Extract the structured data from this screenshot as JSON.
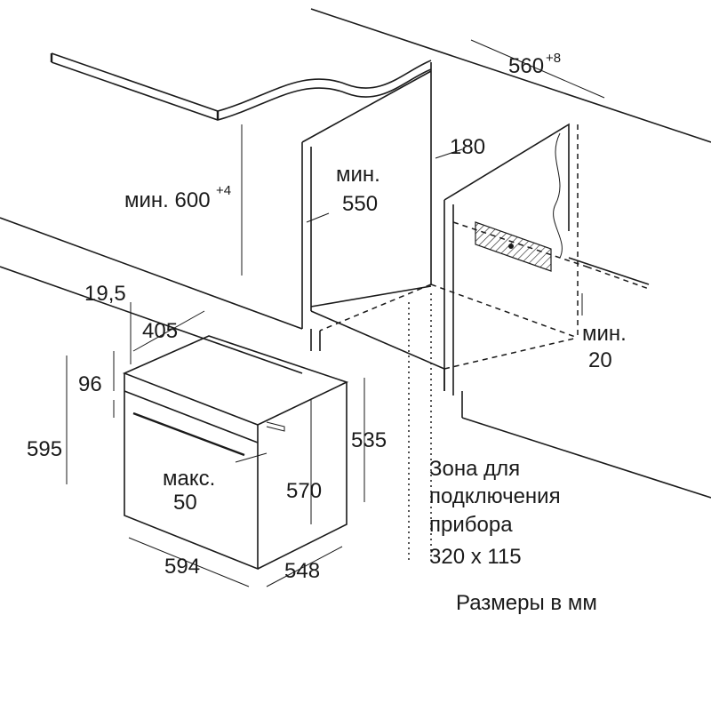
{
  "dims": {
    "width_niche": "560",
    "width_niche_tol": "+8",
    "vent": "180",
    "height_min_prefix": "мин. 600",
    "height_min_tol": "+4",
    "depth_min_label": "мин.",
    "depth_min": "550",
    "front_panel": "19,5",
    "front_depth": "405",
    "panel_height": "96",
    "oven_height": "595",
    "body_height": "535",
    "gap_label": "макс.",
    "gap": "50",
    "inner_height": "570",
    "oven_width": "594",
    "oven_depth": "548",
    "side_min_label": "мин.",
    "side_min": "20"
  },
  "zone": {
    "line1": "Зона для",
    "line2": "подключения",
    "line3": "прибора",
    "line4": "320 x 115"
  },
  "units_note": "Размеры в мм"
}
